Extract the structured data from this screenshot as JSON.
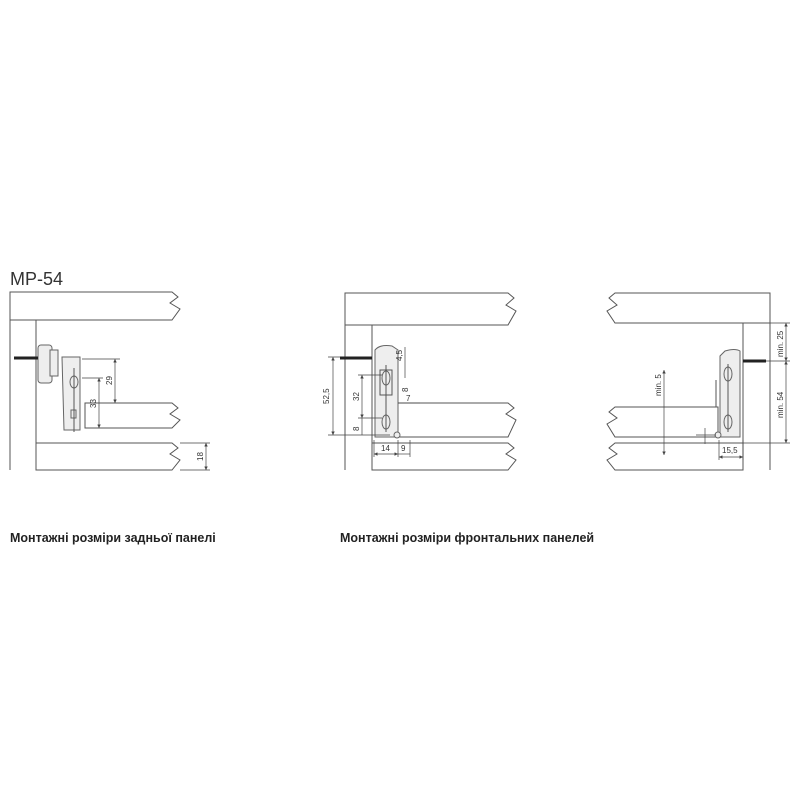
{
  "title": "MP-54",
  "captions": {
    "rear": "Монтажні розміри задньої панелі",
    "front": "Монтажні розміри фронтальних панелей"
  },
  "rear_diagram": {
    "dims": {
      "a": "29",
      "b": "33",
      "c": "18"
    }
  },
  "front_diagram_left": {
    "dims": {
      "a": "52,5",
      "b": "32",
      "c": "8",
      "d": "14",
      "e": "9",
      "f": "4,5",
      "g": "8",
      "h": "7"
    }
  },
  "front_diagram_right": {
    "dims": {
      "a": "min. 25",
      "b": "min. 54",
      "c": "min. 5",
      "d": "15,5"
    }
  }
}
